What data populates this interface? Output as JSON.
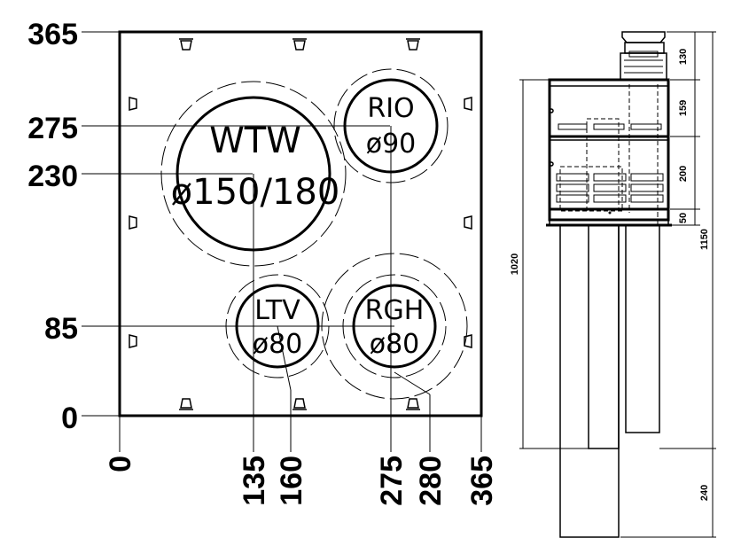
{
  "left_view": {
    "y_axis_ticks": [
      "365",
      "275",
      "230",
      "85",
      "0"
    ],
    "x_axis_ticks": [
      "0",
      "135",
      "160",
      "275",
      "280",
      "365"
    ],
    "openings": [
      {
        "name": "WTW",
        "diameter": "ø150/180"
      },
      {
        "name": "RIO",
        "diameter": "ø90"
      },
      {
        "name": "LTV",
        "diameter": "ø80"
      },
      {
        "name": "RGH",
        "diameter": "ø80"
      }
    ]
  },
  "side_view": {
    "dimensions_right": [
      "130",
      "159",
      "200",
      "50"
    ],
    "total_height": "1150",
    "pipe_length": "1020",
    "bottom_extension": "240"
  }
}
